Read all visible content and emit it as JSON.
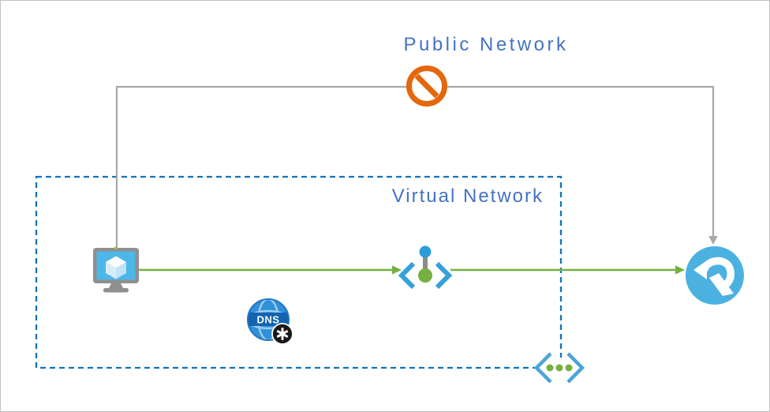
{
  "labels": {
    "public_network": "Public Network",
    "virtual_network": "Virtual Network"
  },
  "dns_icon": {
    "label": "DNS"
  },
  "icons": {
    "left": "virtual-machine",
    "center": "private-endpoint",
    "center_lower": "private-dns-zone",
    "right": "azure-relay-service",
    "bottom_right": "subnet",
    "top": "public-access-blocked"
  },
  "colors": {
    "label_blue": "#4472c4",
    "vnet_dashed_border": "#1173be",
    "connector_gray": "#a8a8a8",
    "connector_green": "#76b041",
    "prohibition_orange": "#e4670c",
    "endpoint_bracket_blue": "#35a0da",
    "subnet_bracket_blue": "#4ba5d8",
    "relay_blue": "#4bb1e1",
    "vm_screen_blue": "#4cb7e8",
    "dns_globe_blue": "#3090d8",
    "dns_band_blue": "#1463b0",
    "frame_border": "#c2c2c2"
  }
}
